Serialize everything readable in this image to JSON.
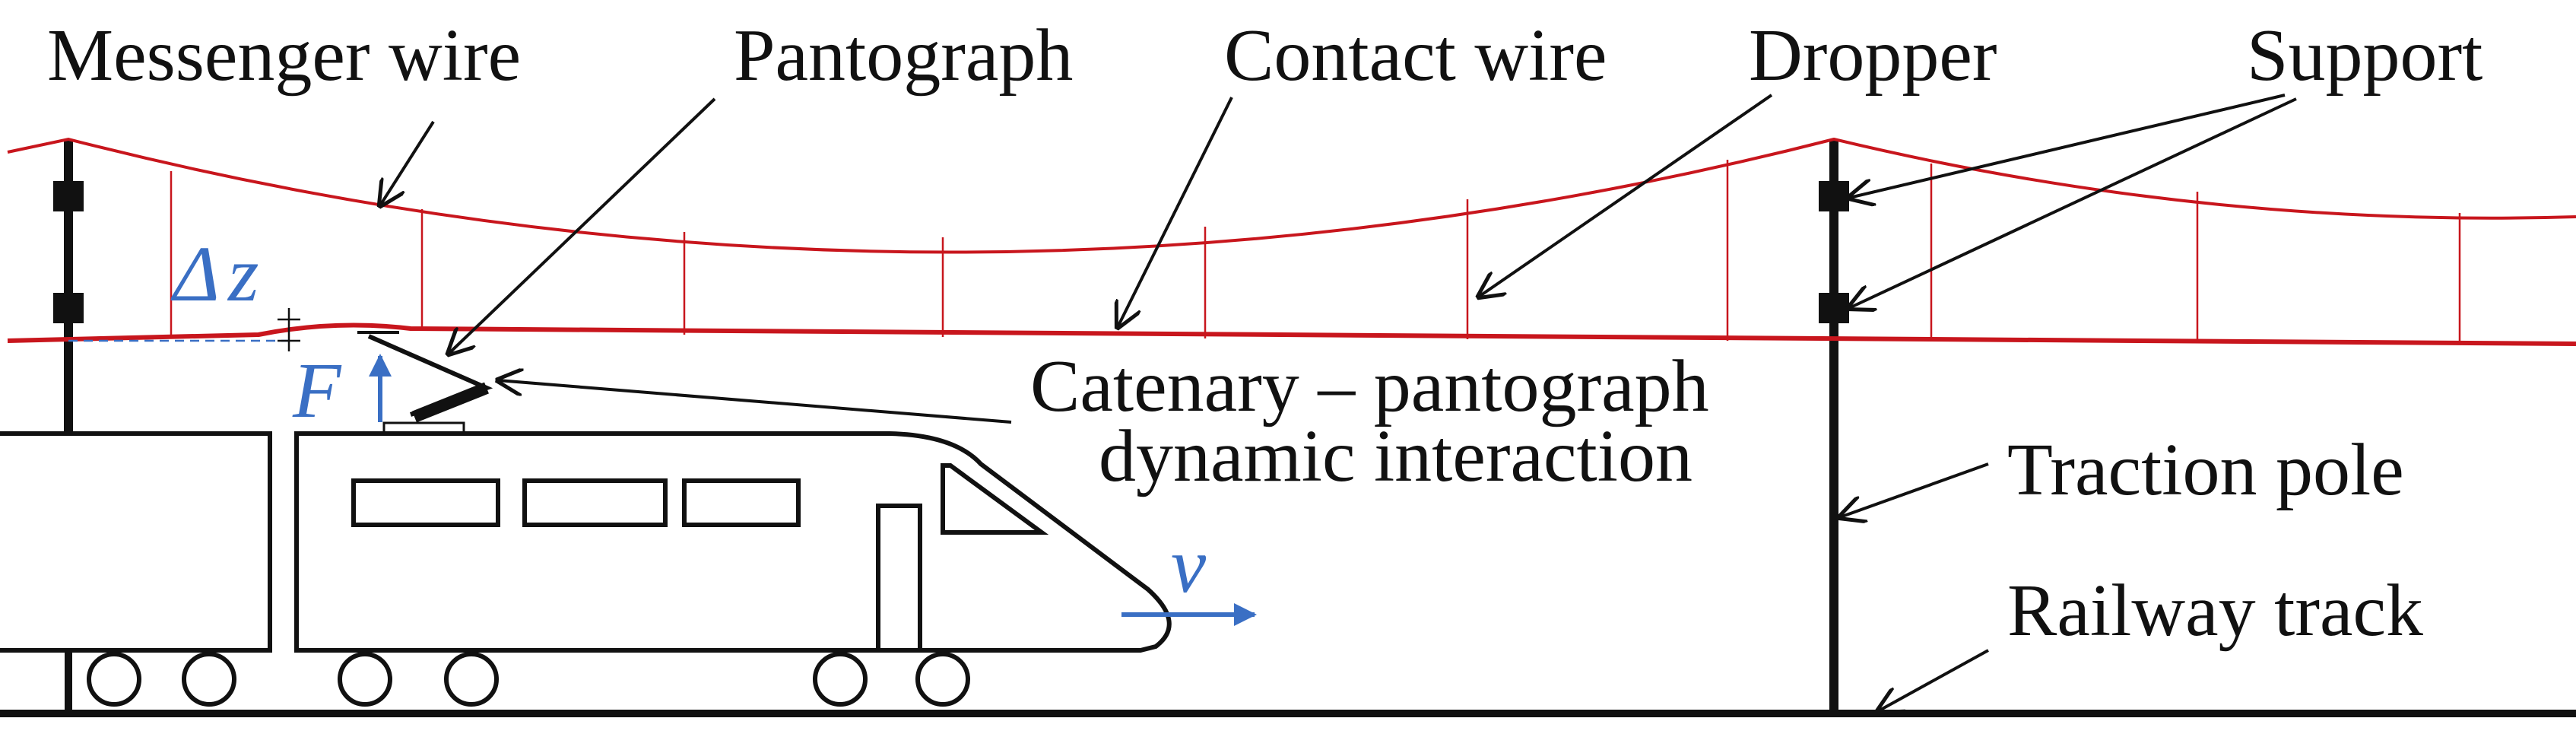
{
  "labels": {
    "messenger_wire": "Messenger wire",
    "pantograph": "Pantograph",
    "contact_wire": "Contact wire",
    "dropper": "Dropper",
    "support": "Support",
    "interaction_line1": "Catenary – pantograph",
    "interaction_line2": "dynamic interaction",
    "traction_pole": "Traction pole",
    "railway_track": "Railway track"
  },
  "symbols": {
    "delta": "Δ",
    "z": "z",
    "force": "F",
    "velocity": "v"
  },
  "colors": {
    "wire": "#c8161d",
    "symbol": "#3a6fc4",
    "ink": "#111111"
  }
}
